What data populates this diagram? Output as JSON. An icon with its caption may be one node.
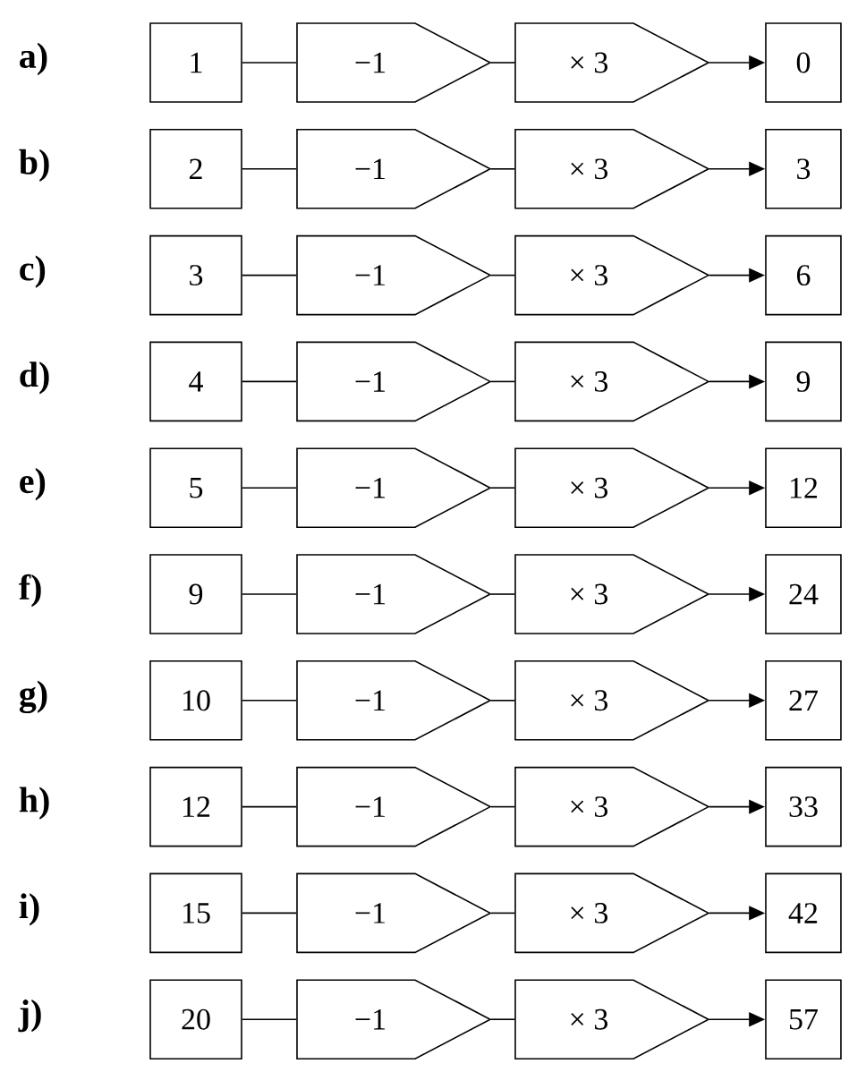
{
  "diagram": {
    "nodes": [
      {
        "text": [
          "1"
        ]
      },
      {
        "text": [
          "−1"
        ]
      },
      {
        "text": [
          "× 3"
        ]
      },
      {
        "text": [
          "0"
        ]
      },
      {
        "text": [
          "2"
        ]
      },
      {
        "text": [
          "−1"
        ]
      },
      {
        "text": [
          "× 3"
        ]
      },
      {
        "text": [
          "3"
        ]
      },
      {
        "text": [
          "3"
        ]
      },
      {
        "text": [
          "−1"
        ]
      },
      {
        "text": [
          "× 3"
        ]
      },
      {
        "text": [
          "6"
        ]
      },
      {
        "text": [
          "4"
        ]
      },
      {
        "text": [
          "−1"
        ]
      },
      {
        "text": [
          "× 3"
        ]
      },
      {
        "text": [
          "9"
        ]
      },
      {
        "text": [
          "5"
        ]
      },
      {
        "text": [
          "−1"
        ]
      },
      {
        "text": [
          "× 3"
        ]
      },
      {
        "text": [
          "12"
        ]
      },
      {
        "text": [
          "9"
        ]
      },
      {
        "text": [
          "−1"
        ]
      },
      {
        "text": [
          "× 3"
        ]
      },
      {
        "text": [
          "24"
        ]
      },
      {
        "text": [
          "10"
        ]
      },
      {
        "text": [
          "−1"
        ]
      },
      {
        "text": [
          "× 3"
        ]
      },
      {
        "text": [
          "27"
        ]
      },
      {
        "text": [
          "12"
        ]
      },
      {
        "text": [
          "−1"
        ]
      },
      {
        "text": [
          "× 3"
        ]
      },
      {
        "text": [
          "33"
        ]
      },
      {
        "text": [
          "15"
        ]
      },
      {
        "text": [
          "−1"
        ]
      },
      {
        "text": [
          "× 3"
        ]
      },
      {
        "text": [
          "42"
        ]
      },
      {
        "text": [
          "20"
        ]
      },
      {
        "text": [
          "−1"
        ]
      },
      {
        "text": [
          "× 3"
        ]
      },
      {
        "text": [
          "57"
        ]
      }
    ],
    "edges": [
      {
        "from": 0,
        "to": 1,
        "arrow": "none"
      },
      {
        "from": 1,
        "to": 2,
        "arrow": "none"
      },
      {
        "from": 2,
        "to": 3,
        "arrow": "to"
      },
      {
        "from": 4,
        "to": 5,
        "arrow": "none"
      },
      {
        "from": 5,
        "to": 6,
        "arrow": "none"
      },
      {
        "from": 6,
        "to": 7,
        "arrow": "to"
      },
      {
        "from": 8,
        "to": 9,
        "arrow": "none"
      },
      {
        "from": 9,
        "to": 10,
        "arrow": "none"
      },
      {
        "from": 10,
        "to": 11,
        "arrow": "to"
      },
      {
        "from": 12,
        "to": 13,
        "arrow": "none"
      },
      {
        "from": 13,
        "to": 14,
        "arrow": "none"
      },
      {
        "from": 14,
        "to": 15,
        "arrow": "to"
      },
      {
        "from": 16,
        "to": 17,
        "arrow": "none"
      },
      {
        "from": 17,
        "to": 18,
        "arrow": "none"
      },
      {
        "from": 18,
        "to": 19,
        "arrow": "to"
      },
      {
        "from": 20,
        "to": 21,
        "arrow": "none"
      },
      {
        "from": 21,
        "to": 22,
        "arrow": "none"
      },
      {
        "from": 22,
        "to": 23,
        "arrow": "to"
      },
      {
        "from": 24,
        "to": 25,
        "arrow": "none"
      },
      {
        "from": 25,
        "to": 26,
        "arrow": "none"
      },
      {
        "from": 26,
        "to": 27,
        "arrow": "to"
      },
      {
        "from": 28,
        "to": 29,
        "arrow": "none"
      },
      {
        "from": 29,
        "to": 30,
        "arrow": "none"
      },
      {
        "from": 30,
        "to": 31,
        "arrow": "to"
      },
      {
        "from": 32,
        "to": 33,
        "arrow": "none"
      },
      {
        "from": 33,
        "to": 34,
        "arrow": "none"
      },
      {
        "from": 34,
        "to": 35,
        "arrow": "to"
      },
      {
        "from": 36,
        "to": 37,
        "arrow": "none"
      },
      {
        "from": 37,
        "to": 38,
        "arrow": "none"
      },
      {
        "from": 38,
        "to": 39,
        "arrow": "to"
      }
    ],
    "labels": [
      "a)",
      "b)",
      "c)",
      "d)",
      "e)",
      "f)",
      "g)",
      "h)",
      "i)",
      "j)"
    ]
  }
}
